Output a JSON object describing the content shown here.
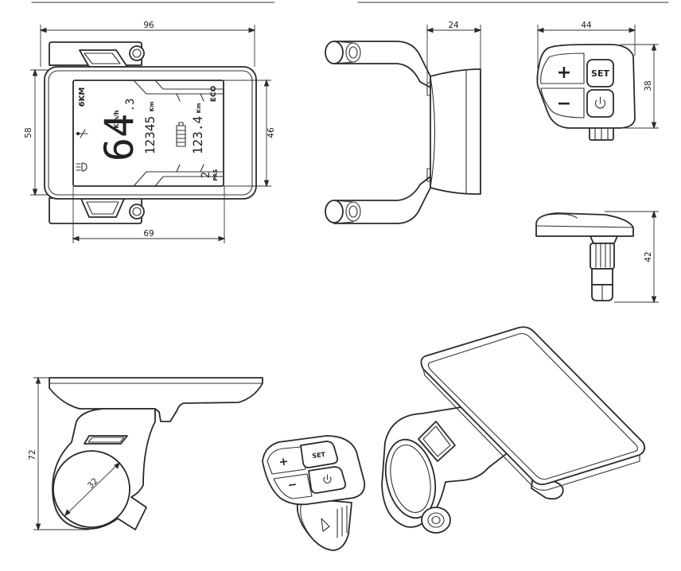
{
  "dimensions": {
    "width_96": "96",
    "height_58": "58",
    "screen_height_46": "46",
    "screen_width_69": "69",
    "depth_24": "24",
    "remote_width_44": "44",
    "remote_height_38": "38",
    "remote_side_42": "42",
    "clamp_height_72": "72",
    "bore_32": "32"
  },
  "screen": {
    "trip_mode": "6KM",
    "speed": "64",
    "speed_decimal": ".3",
    "speed_unit": "Km/h",
    "odometer": "12345",
    "odometer_unit": "Km",
    "trip": "123.4",
    "trip_unit": "Km",
    "assist_mode": "ECO",
    "pas_level": "2",
    "pas_label": "PAS"
  },
  "remote": {
    "plus": "+",
    "minus": "−",
    "set": "SET"
  },
  "colors": {
    "line": "#2a2a2a",
    "background": "#ffffff"
  }
}
